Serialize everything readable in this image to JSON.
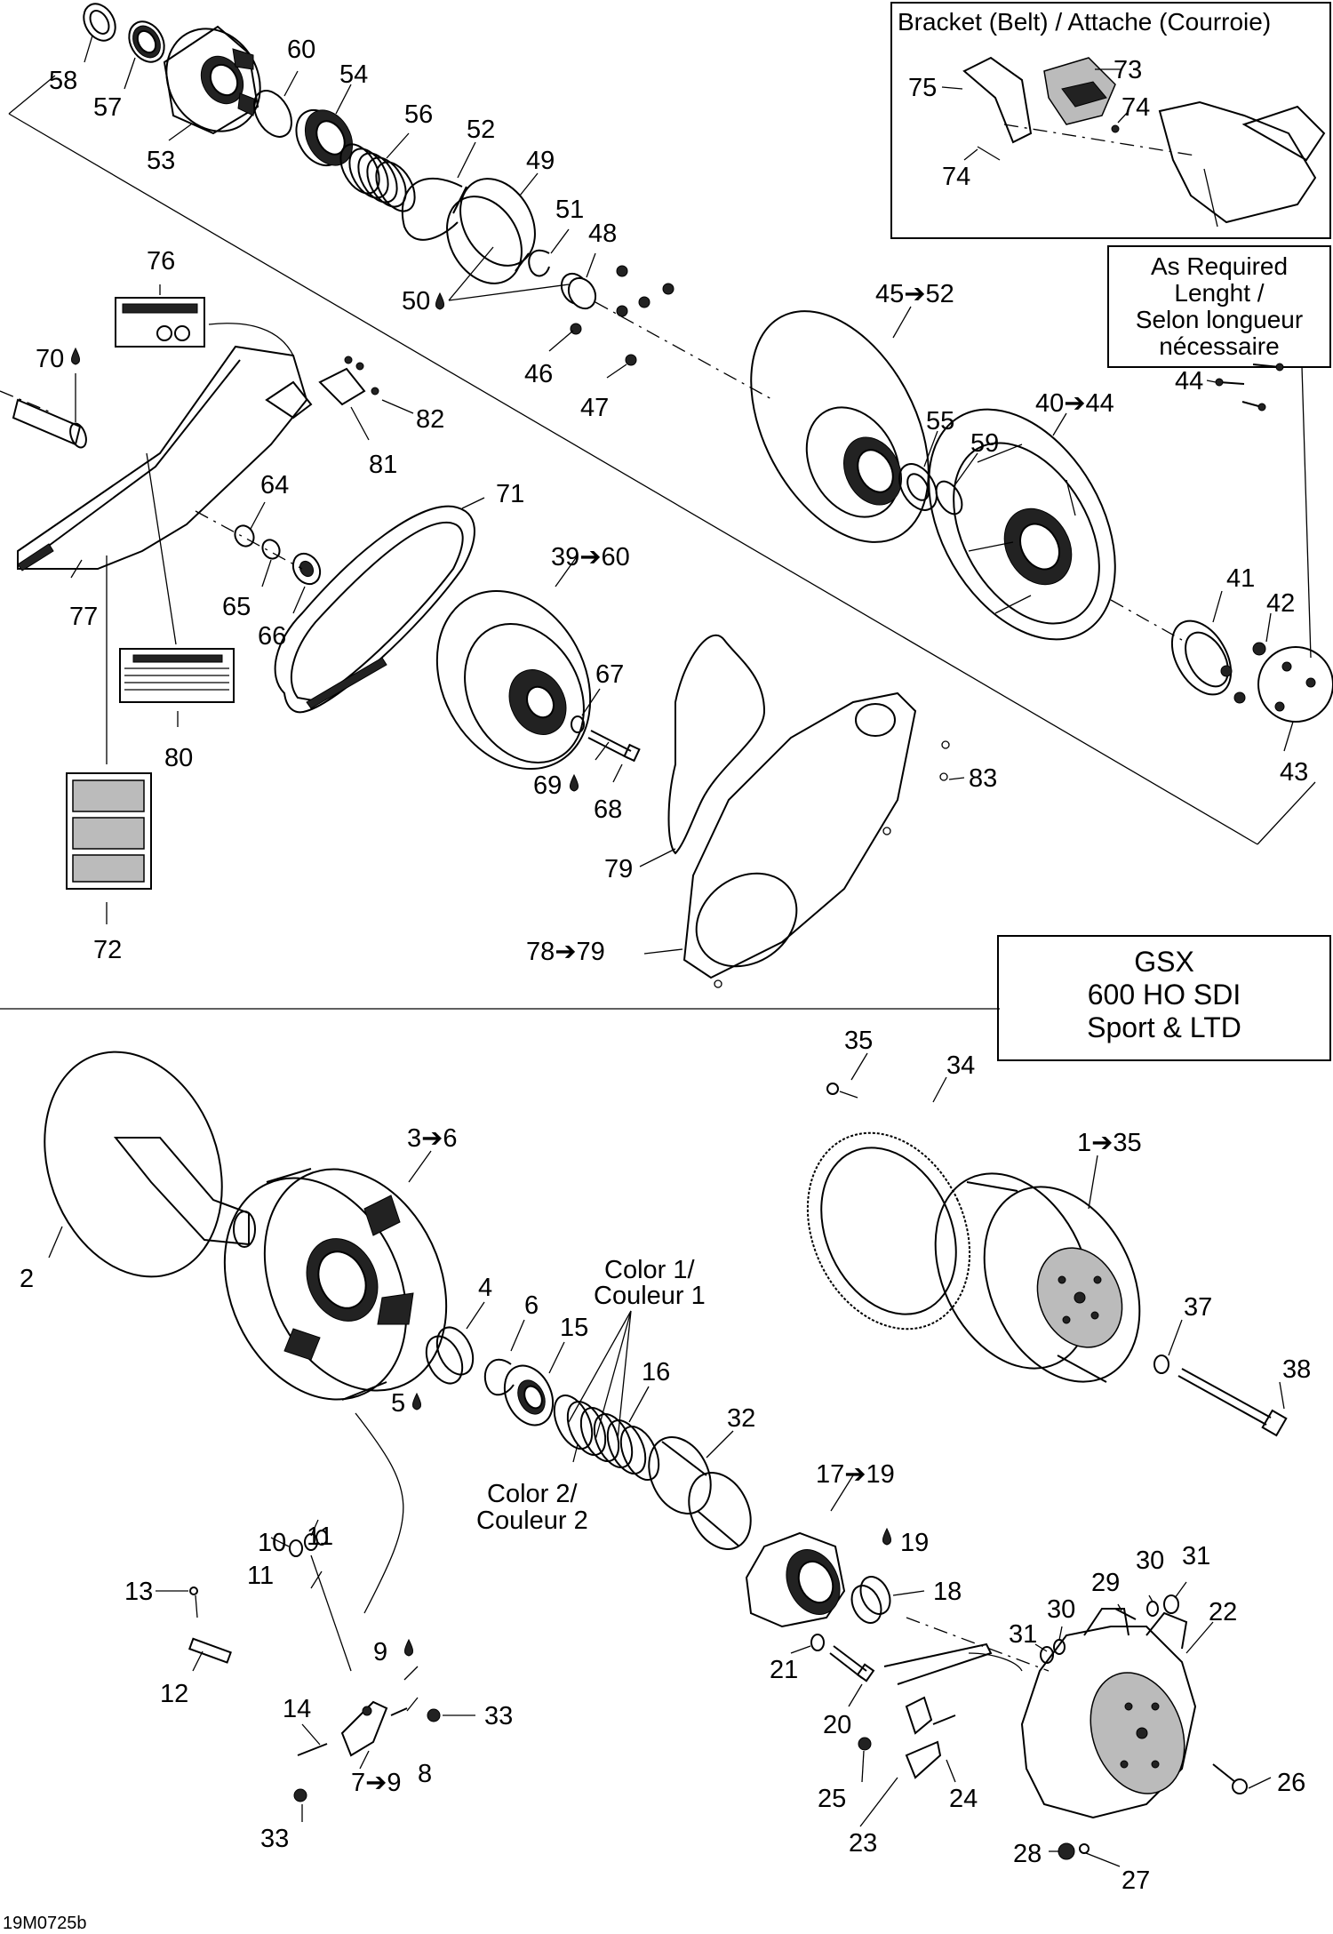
{
  "diagram": {
    "footer_code": "19M0725b",
    "boxes": {
      "bracket_title": "Bracket (Belt) / Attache (Courroie)",
      "as_required": [
        "As Required",
        "Lenght /",
        "Selon longueur",
        "nécessaire"
      ],
      "model": [
        "GSX",
        "600 HO SDI",
        "Sport & LTD"
      ]
    },
    "labels": {
      "l58": "58",
      "l57": "57",
      "l53": "53",
      "l60": "60",
      "l54": "54",
      "l56": "56",
      "l52": "52",
      "l49": "49",
      "l51": "51",
      "l48": "48",
      "l50": "50",
      "l46": "46",
      "l47": "47",
      "l76": "76",
      "l70": "70",
      "l82": "82",
      "l81": "81",
      "l77": "77",
      "l64": "64",
      "l65": "65",
      "l66": "66",
      "l80": "80",
      "l72": "72",
      "l71": "71",
      "l39_60": "39➔60",
      "l67": "67",
      "l69": "69",
      "l68": "68",
      "l45_52": "45➔52",
      "l55": "55",
      "l59": "59",
      "l40_44": "40➔44",
      "l41": "41",
      "l42": "42",
      "l43": "43",
      "l44": "44",
      "l79": "79",
      "l78_79": "78➔79",
      "l83": "83",
      "l75": "75",
      "l73": "73",
      "l74a": "74",
      "l74b": "74",
      "l35": "35",
      "l34": "34",
      "l1_35": "1➔35",
      "l37": "37",
      "l38": "38",
      "l2": "2",
      "l3_6": "3➔6",
      "l4": "4",
      "l6": "6",
      "l15": "15",
      "l16": "16",
      "l5": "5",
      "l32": "32",
      "color1": [
        "Color 1/",
        "Couleur 1"
      ],
      "color2": [
        "Color 2/",
        "Couleur 2"
      ],
      "l17_19": "17➔19",
      "l19": "19",
      "l18": "18",
      "l10": "10",
      "l11a": "11",
      "l11b": "11",
      "l13": "13",
      "l12": "12",
      "l9": "9",
      "l33a": "33",
      "l33b": "33",
      "l8": "8",
      "l14": "14",
      "l7_9": "7➔9",
      "l21": "21",
      "l20": "20",
      "l30a": "30",
      "l30b": "30",
      "l31a": "31",
      "l31b": "31",
      "l29": "29",
      "l22": "22",
      "l25": "25",
      "l24": "24",
      "l23": "23",
      "l26": "26",
      "l28": "28",
      "l27": "27"
    }
  }
}
